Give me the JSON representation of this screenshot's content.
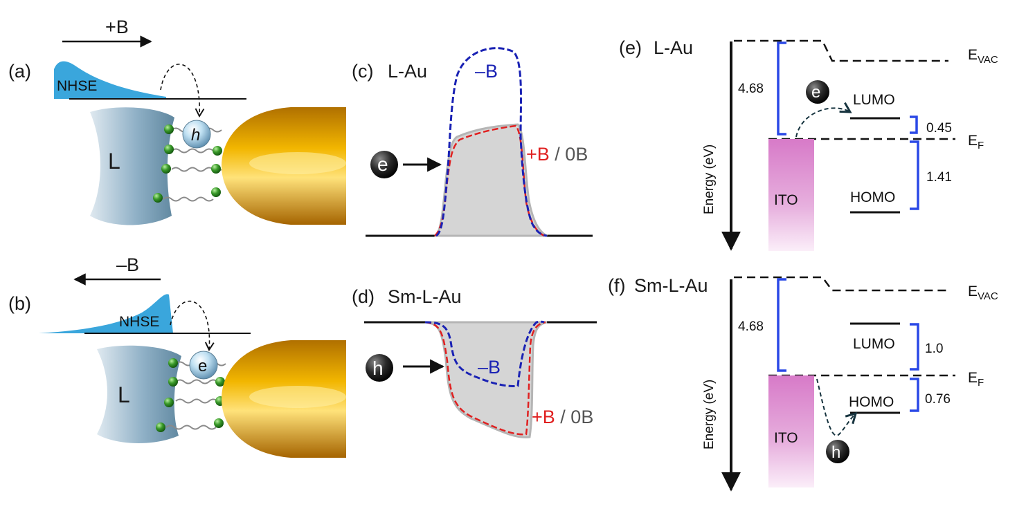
{
  "panel_a": {
    "tag": "(a)",
    "field": "+B",
    "nhse": "NHSE",
    "molecule": "L",
    "carrier": "h"
  },
  "panel_b": {
    "tag": "(b)",
    "field": "–B",
    "nhse": "NHSE",
    "molecule": "L",
    "carrier": "e"
  },
  "panel_c": {
    "tag": "(c)",
    "title": "L-Au",
    "minus_b": "–B",
    "plus_b": "+B",
    "slash": " / ",
    "zero_b": "0B",
    "carrier": "e"
  },
  "panel_d": {
    "tag": "(d)",
    "title": "Sm-L-Au",
    "minus_b": "–B",
    "plus_b": "+B",
    "slash": " / ",
    "zero_b": "0B",
    "carrier": "h"
  },
  "panel_e": {
    "tag": "(e)",
    "title": "L-Au",
    "evac_main": "E",
    "evac_sub": "VAC",
    "ef_main": "E",
    "ef_sub": "F",
    "axis_label": "Energy (eV)",
    "ito": "ITO",
    "lumo": "LUMO",
    "homo": "HOMO",
    "gap_vac_ef": "4.68",
    "gap_lumo_ef": "0.45",
    "gap_ef_homo": "1.41",
    "carrier": "e"
  },
  "panel_f": {
    "tag": "(f)",
    "title": "Sm-L-Au",
    "evac_main": "E",
    "evac_sub": "VAC",
    "ef_main": "E",
    "ef_sub": "F",
    "axis_label": "Energy (eV)",
    "ito": "ITO",
    "lumo": "LUMO",
    "homo": "HOMO",
    "gap_vac_ef": "4.68",
    "gap_lumo_ef": "1.0",
    "gap_ef_homo": "0.76",
    "carrier": "h"
  },
  "colors": {
    "minus_b": "#1a22b4",
    "plus_b": "#e02020",
    "zero_b": "#555555",
    "nhse": "#3aa6dc",
    "bracket": "#2a48e6",
    "ito": "#d77ac8",
    "gold": "#e8a500"
  }
}
